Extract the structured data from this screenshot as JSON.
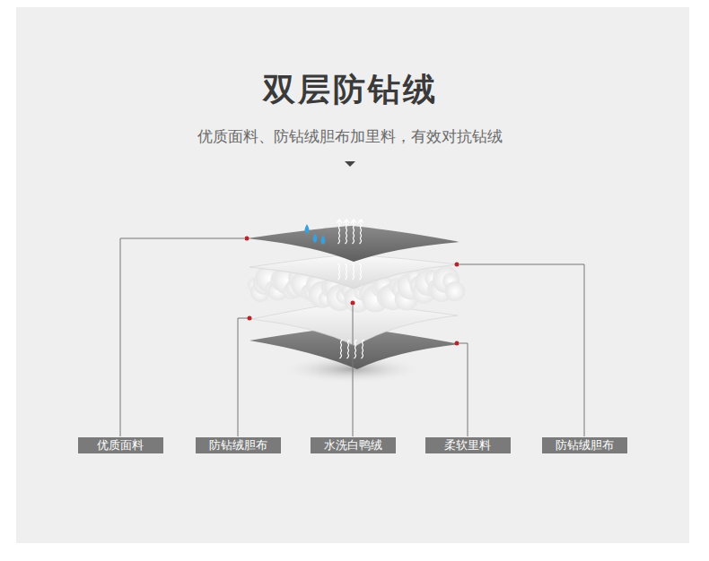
{
  "diagram": {
    "title": "双层防钻绒",
    "nodes": [
      {
        "text": [
          "优质面料"
        ]
      },
      {
        "text": [
          "防钻绒胆布"
        ]
      },
      {
        "text": [
          "水洗白鸭绒"
        ]
      },
      {
        "text": [
          "柔软里料"
        ]
      },
      {
        "text": [
          "防钻绒胆布"
        ]
      }
    ],
    "edges": [],
    "labels": [
      "优质面料、防钻绒胆布加里料，有效对抗钻绒"
    ]
  }
}
